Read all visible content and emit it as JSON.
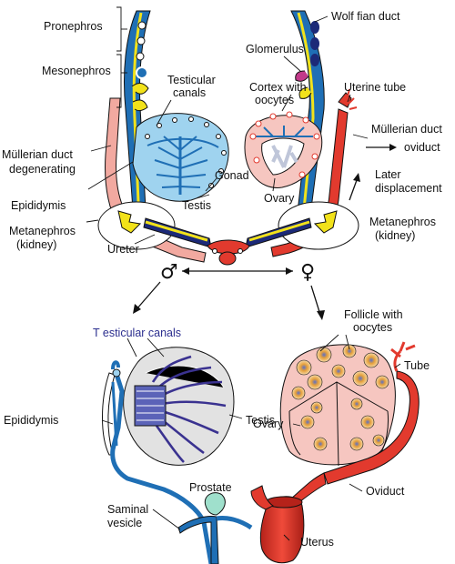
{
  "labels": {
    "pronephros": "Pronephros",
    "mesonephros": "Mesonephros",
    "testicular_canals_top_1": "Testicular",
    "testicular_canals_top_2": "canals",
    "mullerian_degen_1": "Müllerian duct",
    "mullerian_degen_2": "degenerating",
    "epididymis_top": "Epididymis",
    "metanephros_left_1": "Metanephros",
    "metanephros_left_2": "(kidney)",
    "ureter": "Ureter",
    "gonad": "Gonad",
    "testis_top": "Testis",
    "wolffian_duct": "Wolf fian duct",
    "glomerulus": "Glomerulus",
    "cortex_1": "Cortex with",
    "cortex_2": "oocytes",
    "uterine_tube": "Uterine tube",
    "mullerian_oviduct_1": "Müllerian duct",
    "mullerian_oviduct_2": "oviduct",
    "ovary_top": "Ovary",
    "later_1": "Later",
    "later_2": "displacement",
    "metanephros_right_1": "Metanephros",
    "metanephros_right_2": "(kidney)",
    "male_symbol": "♂",
    "female_symbol": "♀",
    "testicular_canals_bottom": "T esticular canals",
    "epididymis_bottom": "Epididymis",
    "testis_bottom": "Testis",
    "prostate": "Prostate",
    "saminal_1": "Saminal",
    "saminal_2": "vesicle",
    "follicle_1": "Follicle with",
    "follicle_2": "oocytes",
    "tube": "Tube",
    "ovary_bottom": "Ovary",
    "oviduct": "Oviduct",
    "uterus": "Uterus"
  },
  "colors": {
    "wolffian_blue": "#1f6fb5",
    "dark_blue": "#1c2a78",
    "duct_yellow": "#f2e21a",
    "mullerian_red": "#e23a2e",
    "mullerian_pink": "#f2a9a0",
    "testis_fill": "#9fd3ef",
    "ovary_fill": "#f6c6c0",
    "purple_canal": "#3a3290"
  }
}
